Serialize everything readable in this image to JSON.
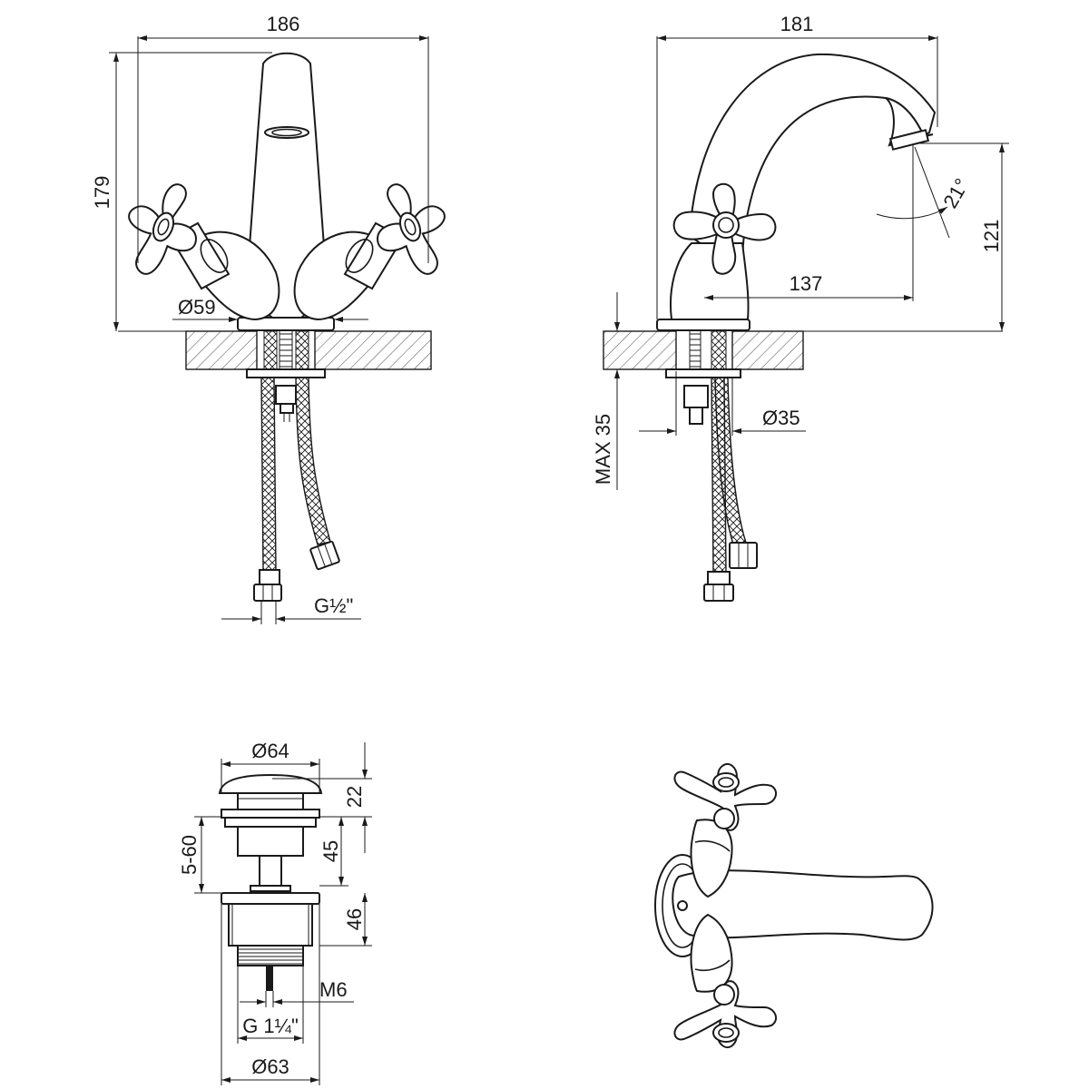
{
  "front_view": {
    "width_label": "186",
    "height_label": "179",
    "base_diameter_label": "Ø59",
    "thread_label": "G½\""
  },
  "side_view": {
    "width_label": "181",
    "spout_height_label": "121",
    "spout_reach_label": "137",
    "spout_angle_label": "21°",
    "max_thickness_label": "MAX 35",
    "hole_diameter_label": "Ø35"
  },
  "waste_view": {
    "cap_diameter_label": "Ø64",
    "cap_height_label": "22",
    "stroke_label": "45",
    "range_label": "5-60",
    "body_height_label": "46",
    "bolt_label": "M6",
    "thread_label": "G 1¼\"",
    "flange_diameter_label": "Ø63"
  },
  "colors": {
    "line": "#1a1a1a",
    "background": "#ffffff"
  }
}
